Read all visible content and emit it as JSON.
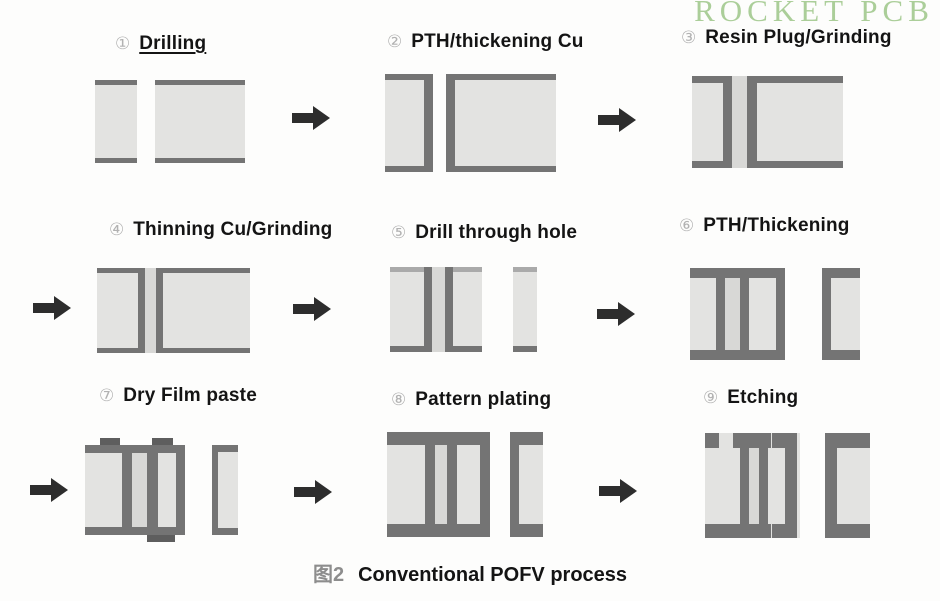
{
  "watermark": {
    "text": "ROCKET PCB"
  },
  "steps": [
    {
      "num": "①",
      "label": "Drilling"
    },
    {
      "num": "②",
      "label": "PTH/thickening Cu"
    },
    {
      "num": "③",
      "label": "Resin Plug/Grinding"
    },
    {
      "num": "④",
      "label": "Thinning Cu/Grinding"
    },
    {
      "num": "⑤",
      "label": "Drill through hole"
    },
    {
      "num": "⑥",
      "label": "PTH/Thickening"
    },
    {
      "num": "⑦",
      "label": "Dry Film paste"
    },
    {
      "num": "⑧",
      "label": "Pattern plating"
    },
    {
      "num": "⑨",
      "label": "Etching"
    }
  ],
  "caption": {
    "fig": "图2",
    "text": "Conventional POFV process"
  },
  "colors": {
    "background": "#fdfdfc",
    "substrate": "#e3e3e1",
    "copper": "#747474",
    "copper_thin": "#aaaaaa",
    "resin": "#d8d8d6",
    "dry_film": "#5e5e5e",
    "arrow": "#2d2d2d",
    "watermark": "#abce99",
    "label_text": "#141414",
    "step_number": "#b2b2b2",
    "caption_fig": "#8d8d8d"
  }
}
